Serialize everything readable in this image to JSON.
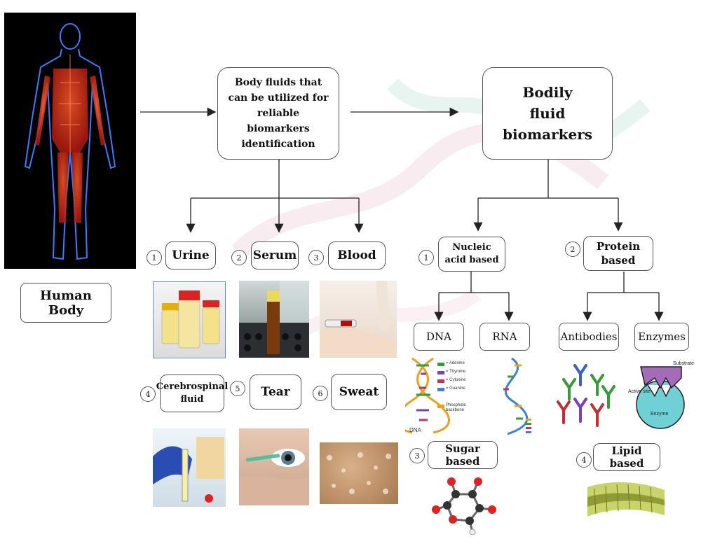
{
  "human_body_label": "Human Body",
  "fluids_box": "Body fluids that can be utilized for reliable biomarkers identification",
  "biomarkers_box": "Bodily fluid biomarkers",
  "fluids": [
    {
      "num": "1",
      "label": "Urine"
    },
    {
      "num": "2",
      "label": "Serum"
    },
    {
      "num": "3",
      "label": "Blood"
    },
    {
      "num": "4",
      "label": "Cerebrospinal fluid"
    },
    {
      "num": "5",
      "label": "Tear"
    },
    {
      "num": "6",
      "label": "Sweat"
    }
  ],
  "biomarker_types": [
    {
      "num": "1",
      "label": "Nucleic acid based"
    },
    {
      "num": "2",
      "label": "Protein based"
    },
    {
      "num": "3",
      "label": "Sugar based"
    },
    {
      "num": "4",
      "label": "Lipid based"
    }
  ],
  "subtypes": {
    "dna": "DNA",
    "rna": "RNA",
    "antibodies": "Antibodies",
    "enzymes": "Enzymes"
  },
  "dna_legend": [
    "= Adenine",
    "= Thymine",
    "= Cytosine",
    "= Guanine",
    "Phosphate backbone"
  ],
  "dna_caption": "DNA",
  "enzyme_labels": {
    "substrate": "Substrate",
    "active_site": "Active site",
    "enzyme": "Enzyme"
  }
}
